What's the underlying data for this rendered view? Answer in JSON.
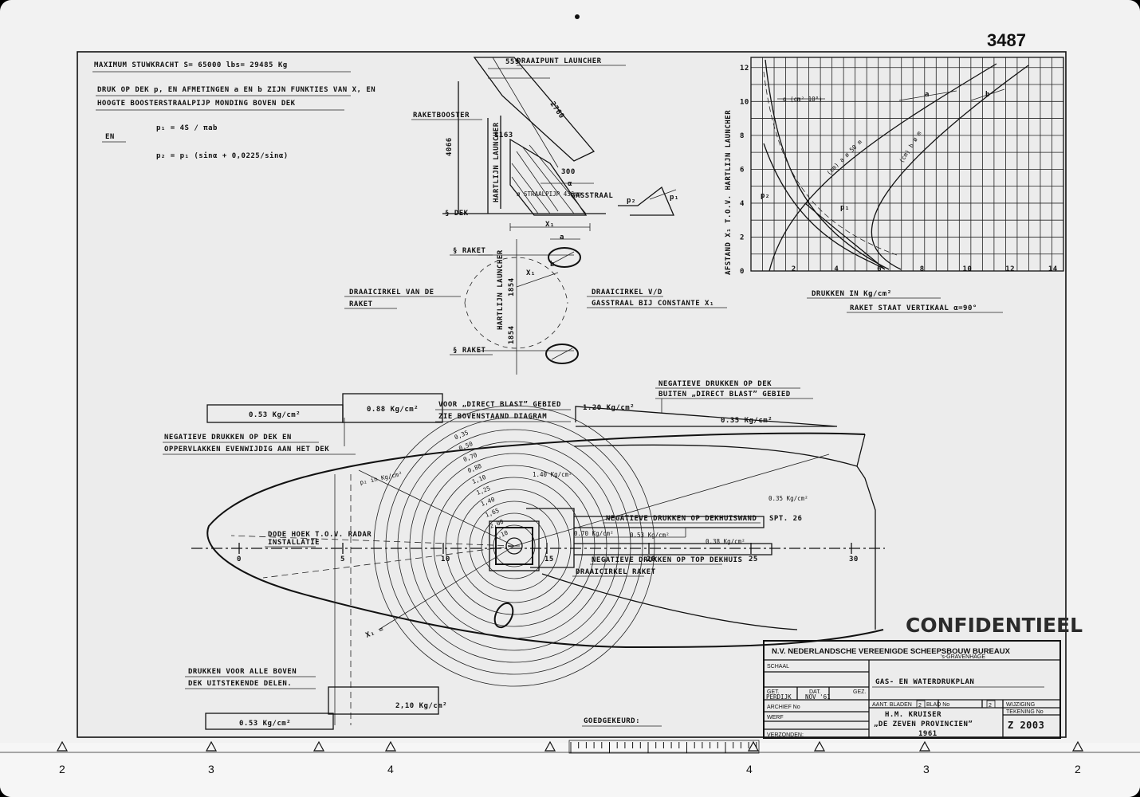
{
  "sheet_number": "3487",
  "header": {
    "line1": "MAXIMUM STUWKRACHT S= 65000 lbs= 29485 Kg",
    "line2": "DRUK OP DEK p, EN AFMETINGEN a EN b ZIJN FUNKTIES VAN X, EN",
    "line3": "HOOGTE BOOSTERSTRAALPIJP MONDING BOVEN DEK",
    "en": "EN",
    "formula1": "p₁ = 4S / πab",
    "formula2": "p₂ = p₁ (sinα + 0,0225/sinα)"
  },
  "launcher": {
    "draaipunt": "DRAAIPUNT LAUNCHER",
    "raketbooster": "RAKETBOOSTER",
    "hartlijn": "HARTLIJN LAUNCHER",
    "d559": "559",
    "d1163": "1163",
    "d2760": "2760",
    "d300": "300",
    "d4066": "4066",
    "straalpijp": "ø STRAALPIJP 436mm",
    "gasstraal": "GASSTRAAL",
    "alpha": "α",
    "p1": "p₁",
    "p2": "p₂",
    "gdek": "§ DEK",
    "x1": "X₁"
  },
  "turning": {
    "raket_top": "§ RAKET",
    "raket_bottom": "§ RAKET",
    "hartlijn": "HARTLIJN LAUNCHER",
    "draaicirkel_raket_1": "DRAAICIRKEL VAN DE",
    "draaicirkel_raket_2": "RAKET",
    "draaicirkel_gas_1": "DRAAICIRKEL V/D",
    "draaicirkel_gas_2": "GASSTRAAL BIJ CONSTANTE X₁",
    "d1854a": "1854",
    "d1854b": "1854",
    "a": "a",
    "b": "b",
    "x1": "X₁"
  },
  "graph": {
    "ylabel": "AFSTAND X₁ T.O.V. HARTLIJN LAUNCHER",
    "xlabel": "DRUKKEN IN Kg/cm²",
    "subtitle": "RAKET STAAT VERTIKAAL α=90°",
    "yticks": [
      "0",
      "2",
      "4",
      "6",
      "8",
      "10",
      "12"
    ],
    "xticks": [
      "2",
      "4",
      "6",
      "8",
      "10",
      "12",
      "14"
    ],
    "labels": {
      "alpha": "α (cm² 10°)",
      "a": "a",
      "b": "b",
      "a_curve": "(cm) a ø 50 m",
      "b_curve": "(cm) b ø m",
      "p1": "p₁",
      "p2": "p₂"
    }
  },
  "plan": {
    "direct_blast_1": "VOOR „DIRECT BLAST” GEBIED",
    "direct_blast_2": "ZIE BOVENSTAAND DIAGRAM",
    "neg_outside_1": "NEGATIEVE DRUKKEN OP DEK",
    "neg_outside_2": "BUITEN „DIRECT BLAST” GEBIED",
    "neg_parallel_1": "NEGATIEVE DRUKKEN OP DEK EN",
    "neg_parallel_2": "OPPERVLAKKEN EVENWIJDIG AAN HET DEK",
    "dode_hoek_1": "DODE HOEK T.O.V. RADAR",
    "dode_hoek_2": "INSTALLATIE",
    "neg_dekhuiswand": "NEGATIEVE DRUKKEN OP DEKHUISWAND",
    "neg_top_dekhuis": "NEGATIEVE DRUKKEN OP TOP DEKHUIS",
    "draaicirkel_raket": "DRAAICIRKEL RAKET",
    "spt": "SPT. 26",
    "v053a": "0.53 Kg/cm²",
    "v088": "0.88 Kg/cm²",
    "v120": "1.20 Kg/cm²",
    "v035a": "0.35 Kg/cm²",
    "v140": "1.40 Kg/cm²",
    "v035b": "0.35 Kg/cm²",
    "v053b": "0.53 Kg/cm²",
    "v038": "0.38 Kg/cm²",
    "v070": "0.70 Kg/cm²",
    "p2in": "p₂ in Kg/cm²",
    "xeq": "X₁ =",
    "stations": [
      "0",
      "5",
      "10",
      "15",
      "20",
      "25",
      "30"
    ],
    "pressures": [
      "0,35",
      "0,50",
      "0,70",
      "0,88",
      "1,10",
      "1,25",
      "1,40",
      "1,65",
      "2,00",
      "2,10"
    ]
  },
  "lower": {
    "boven_1": "DRUKKEN VOOR ALLE BOVEN",
    "boven_2": "DEK UITSTEKENDE DELEN.",
    "v210": "2,10 Kg/cm²",
    "v053": "0.53 Kg/cm²",
    "goedgekeurd": "GOEDGEKEURD:"
  },
  "confidential": "CONFIDENTIEEL",
  "titleblock": {
    "company": "N.V. NEDERLANDSCHE VEREENIGDE SCHEEPSBOUW BUREAUX",
    "city": "'s-GRAVENHAGE",
    "schaal": "SCHAAL",
    "get": "GET.",
    "dat": "DAT.",
    "gez": "GEZ.",
    "drawer": "PERDIJK",
    "date": "NOV '61",
    "aant_bladen": "AANT. BLADEN",
    "bladen_val": "2",
    "blad_no": "BLAD No",
    "blad_val": "2",
    "wijziging": "WIJZIGING",
    "tekening_no": "TEKENING No",
    "archief": "ARCHIEF No",
    "werf": "WERF",
    "verzonden": "VERZONDEN:",
    "title": "GAS- EN WATERDRUKPLAN",
    "ship1": "H.M. KRUISER",
    "ship2": "„DE ZEVEN PROVINCIEN”",
    "year": "1961",
    "drawing_no": "Z 2003"
  },
  "ruler": {
    "numbers": [
      "2",
      "3",
      "4",
      "4",
      "3",
      "2"
    ]
  }
}
